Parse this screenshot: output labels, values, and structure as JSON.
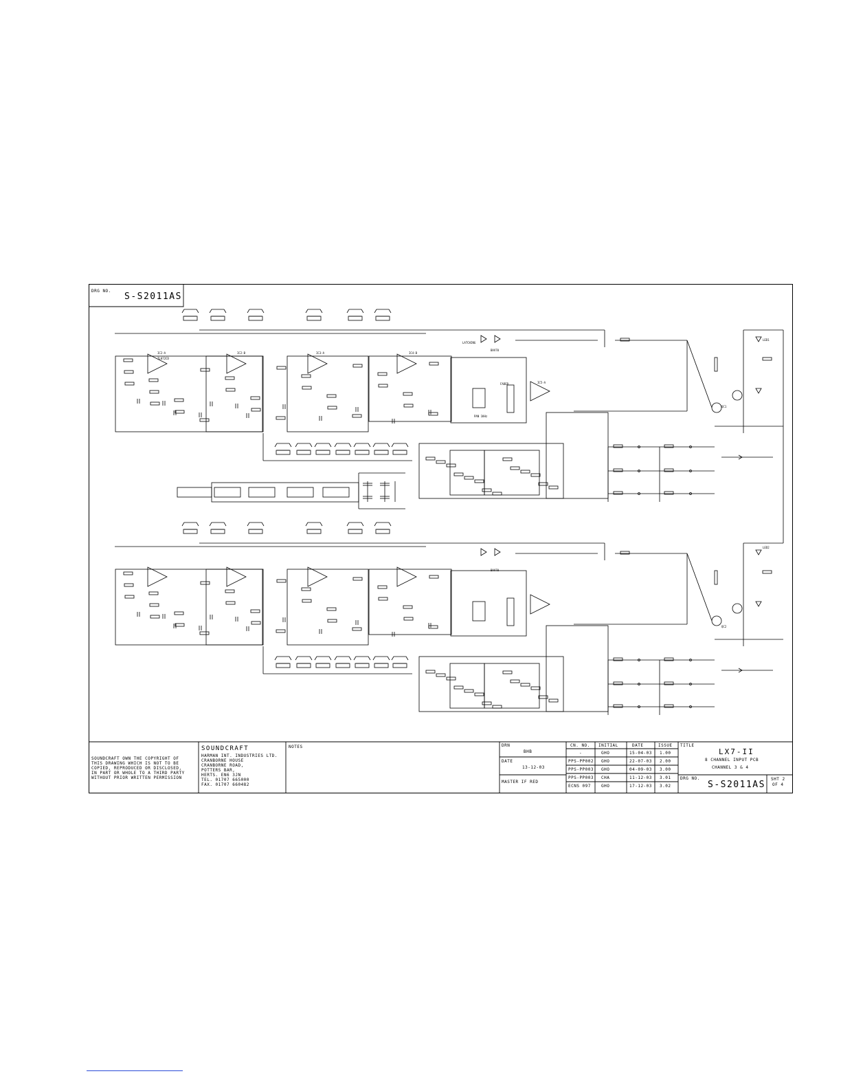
{
  "drawing": {
    "drg_no_label": "DRG NO.",
    "drg_no_value": "S-S2011AS"
  },
  "copyright_lines": [
    "SOUNDCRAFT OWN THE COPYRIGHT OF",
    "THIS DRAWING WHICH IS NOT TO BE",
    "COPIED, REPRODUCED OR DISCLOSED,",
    "IN PART OR WHOLE TO A THIRD PARTY",
    "WITHOUT PRIOR WRITTEN PERMISSION"
  ],
  "company": {
    "name": "SOUNDCRAFT",
    "lines": [
      "HARMAN INT. INDUSTRIES LTD.",
      "CRANBORNE HOUSE",
      "CRANBORNE ROAD,",
      "POTTERS BAR,",
      "HERTS. EN6 3JN",
      "TEL. 01707 665000",
      "FAX. 01707 660482"
    ]
  },
  "notes_label": "NOTES",
  "drn": {
    "label": "DRN",
    "value": "BHB"
  },
  "date": {
    "label": "DATE",
    "value": "13-12-03"
  },
  "master_label": "MASTER IF RED",
  "revisions": {
    "headers": [
      "CN. NO.",
      "INITIAL",
      "DATE",
      "ISSUE"
    ],
    "rows": [
      [
        "-",
        "GHO",
        "15-04-03",
        "1.00"
      ],
      [
        "PPS-PP002",
        "GHO",
        "22-07-03",
        "2.00"
      ],
      [
        "PPS-PP003",
        "GHO",
        "04-09-03",
        "3.00"
      ],
      [
        "PPS-PP003",
        "CHA",
        "11-12-03",
        "3.01"
      ],
      [
        "ECNS 097",
        "GHO",
        "17-12-03",
        "3.02"
      ]
    ]
  },
  "title": {
    "label": "TITLE",
    "main": "LX7-II",
    "line2": "8 CHANNEL INPUT PCB",
    "line3": "CHANNEL 3 & 4"
  },
  "drg_no_bottom": {
    "label": "DRG NO.",
    "value": "S-S2011AS"
  },
  "sheet": {
    "label": "SHT 2",
    "value": "OF 4"
  },
  "schematic_labels": {
    "ic_a": "IC2-A",
    "ic_b": "IC2-B",
    "ic_c": "IC3-A",
    "ic_d": "IC4-B",
    "ic_e": "IC5-A",
    "op_type": "TL072CD",
    "diode_a": "BAV70",
    "diode_b": "BAV70",
    "tr1": "QC1",
    "tr2": "QC2",
    "led1": "LED1",
    "led2": "LED2",
    "sw_latch": "LATCHING",
    "pan_label": "PAN 1KHz",
    "fader_label": "FADER"
  }
}
